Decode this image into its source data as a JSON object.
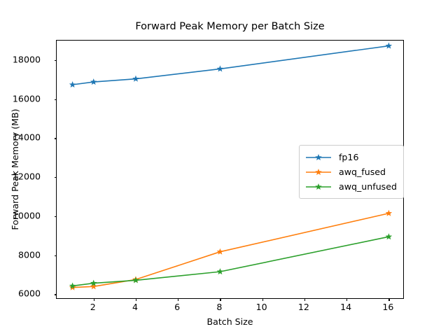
{
  "chart_data": {
    "type": "line",
    "title": "Forward Peak Memory per Batch Size",
    "xlabel": "Batch Size",
    "ylabel": "Forward Peak Memory (MB)",
    "x": [
      1,
      2,
      4,
      8,
      16
    ],
    "xlim": [
      0.25,
      16.75
    ],
    "ylim": [
      5730,
      19000
    ],
    "xticks": [
      2,
      4,
      6,
      8,
      10,
      12,
      14,
      16
    ],
    "xtick_labels": [
      "2",
      "4",
      "6",
      "8",
      "10",
      "12",
      "14",
      "16"
    ],
    "yticks": [
      6000,
      8000,
      10000,
      12000,
      14000,
      16000,
      18000
    ],
    "ytick_labels": [
      "6000",
      "8000",
      "10000",
      "12000",
      "14000",
      "16000",
      "18000"
    ],
    "grid": false,
    "legend_position": "center right",
    "marker": "star",
    "series": [
      {
        "name": "fp16",
        "color": "#1f77b4",
        "values": [
          16740,
          16880,
          17040,
          17550,
          18730
        ]
      },
      {
        "name": "awq_fused",
        "color": "#ff7f0e",
        "values": [
          6350,
          6400,
          6760,
          8180,
          10150
        ]
      },
      {
        "name": "awq_unfused",
        "color": "#2ca02c",
        "values": [
          6430,
          6570,
          6720,
          7160,
          8950
        ]
      }
    ]
  },
  "legend": {
    "items": [
      {
        "label": "fp16"
      },
      {
        "label": "awq_fused"
      },
      {
        "label": "awq_unfused"
      }
    ]
  }
}
